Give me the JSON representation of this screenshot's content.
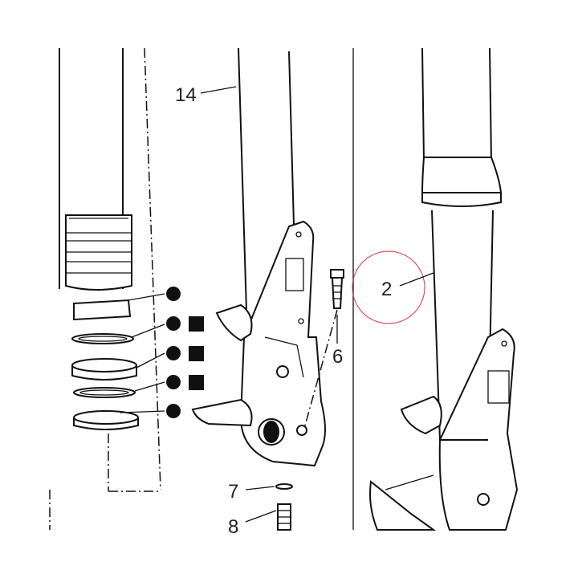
{
  "callouts": {
    "c14": "14",
    "c2": "2",
    "c6": "6",
    "c7": "7",
    "c8": "8"
  },
  "legend_rows": [
    {
      "circle": true,
      "square": false
    },
    {
      "circle": true,
      "square": true
    },
    {
      "circle": true,
      "square": true
    },
    {
      "circle": true,
      "square": true
    },
    {
      "circle": true,
      "square": false
    }
  ],
  "colors": {
    "ink": "#111111",
    "highlight_circle": "#d9333f"
  }
}
